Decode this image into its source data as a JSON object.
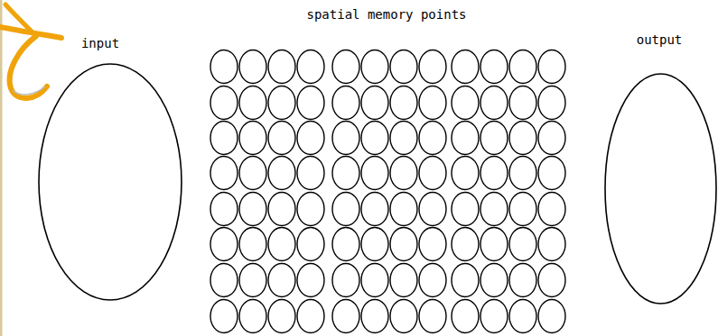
{
  "diagram": {
    "title": "spatial memory points",
    "nodes": [
      {
        "text": [
          "input"
        ]
      },
      {
        "text": [
          "output"
        ]
      }
    ]
  }
}
